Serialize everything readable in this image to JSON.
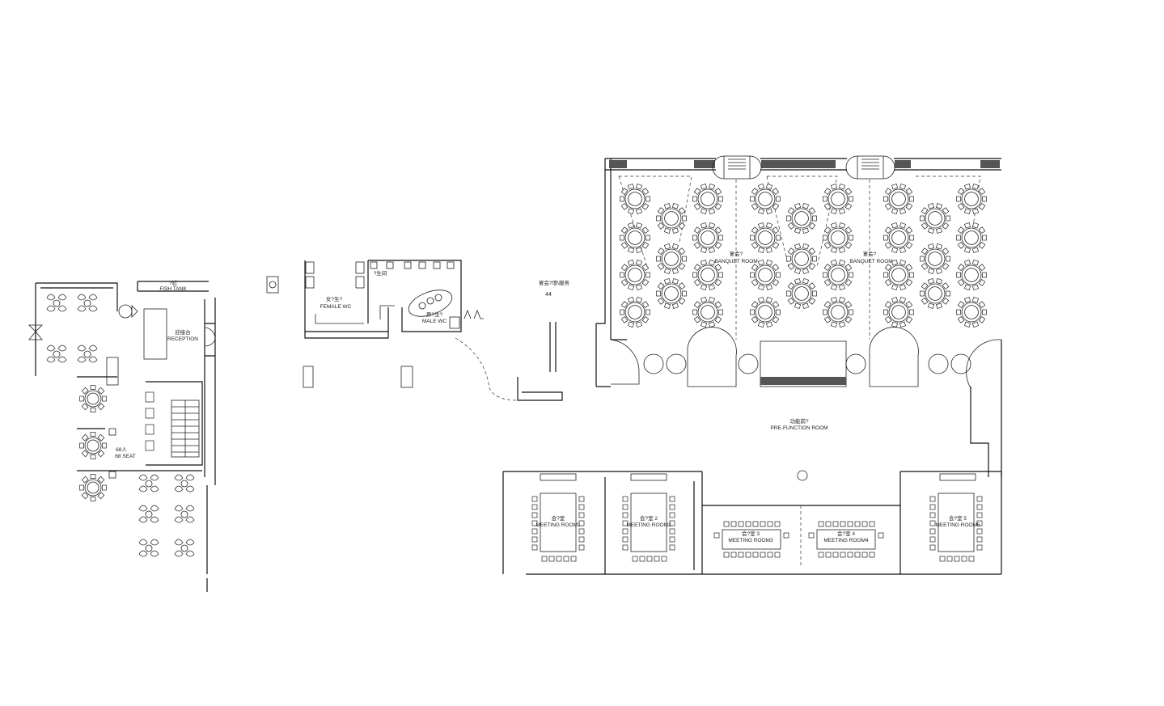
{
  "restaurant": {
    "fish_tank_cn": "?缸",
    "fish_tank": "FISH TANK",
    "reception_cn": "迎接台",
    "reception": "RECEPTION",
    "seat_cn": "68人",
    "seat": "68 SEAT"
  },
  "washrooms": {
    "female_cn": "女?生?",
    "female": "FEMALE WC",
    "cleaning_cn": "?生间",
    "male_cn": "男?生?",
    "male": "MALE WC"
  },
  "service": {
    "label_cn": "宴会?增\\服务",
    "number": "44"
  },
  "banquet": {
    "left_cn": "宴会?",
    "left": "BANQUET ROOM",
    "right_cn": "宴会?",
    "right": "BANQUET ROOM"
  },
  "prefunction": {
    "label_cn": "功能前?",
    "label": "PRE-FUNCTION ROOM"
  },
  "meeting_rooms": [
    {
      "cn": "会?室",
      "num": "",
      "en": "MEETING ROOM1"
    },
    {
      "cn": "会?室",
      "num": "2",
      "en": "MEETING ROOM2"
    },
    {
      "cn": "会?室",
      "num": "3",
      "en": "MEETING ROOM3"
    },
    {
      "cn": "会?室",
      "num": "4",
      "en": "MEETING ROOM4"
    },
    {
      "cn": "会?室",
      "num": "5",
      "en": "MEETING ROOM5"
    }
  ]
}
